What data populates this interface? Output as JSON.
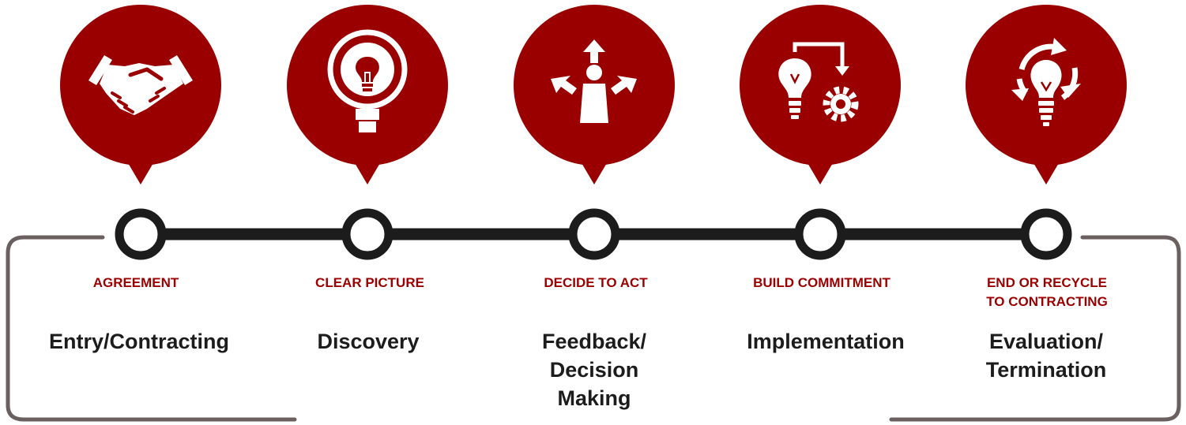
{
  "colors": {
    "accent": "#9a0000",
    "timeline": "#1c1c1c",
    "bracket": "#6b6060",
    "text": "#1c1c1c"
  },
  "stages": [
    {
      "label": "AGREEMENT",
      "name": "Entry/Contracting",
      "icon": "handshake-icon"
    },
    {
      "label": "CLEAR PICTURE",
      "name": "Discovery",
      "icon": "lightbulb-magnifier-icon"
    },
    {
      "label": "DECIDE TO ACT",
      "name": "Feedback/\nDecision\nMaking",
      "icon": "person-decision-arrows-icon"
    },
    {
      "label": "BUILD COMMITMENT",
      "name": "Implementation",
      "icon": "lightbulb-gear-icon"
    },
    {
      "label": "END OR RECYCLE\nTO CONTRACTING",
      "name": "Evaluation/\nTermination",
      "icon": "recycle-lightbulb-icon"
    }
  ]
}
